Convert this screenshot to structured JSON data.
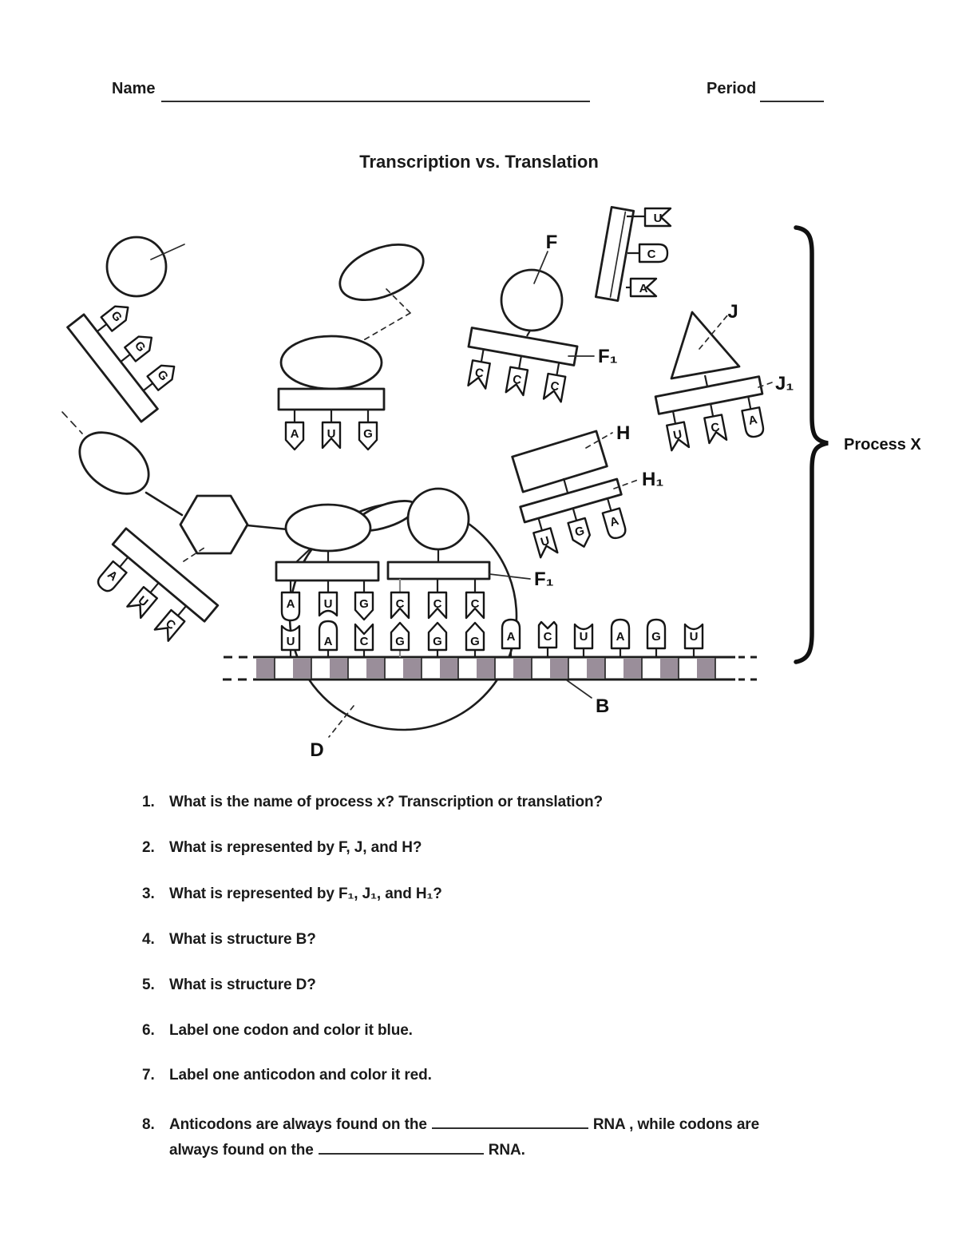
{
  "header": {
    "name_label": "Name",
    "period_label": "Period"
  },
  "title": "Transcription vs. Translation",
  "diagram": {
    "labels": {
      "f": "F",
      "f1": "F₁",
      "j": "J",
      "j1": "J₁",
      "h": "H",
      "h1": "H₁",
      "f1_rib": "F₁",
      "b": "B",
      "d": "D",
      "process_x": "Process X"
    },
    "bases": {
      "tl_trna": [
        "G",
        "G",
        "G"
      ],
      "exit_trna": [
        "A",
        "U",
        "C"
      ],
      "center_trna": [
        "A",
        "U",
        "G"
      ],
      "f_trna": [
        "C",
        "C",
        "C"
      ],
      "tr_trna": [
        "U",
        "C",
        "A"
      ],
      "j_trna": [
        "U",
        "C",
        "A"
      ],
      "h_trna": [
        "U",
        "G",
        "A"
      ],
      "rib_left_anticodon": [
        "A",
        "U",
        "G"
      ],
      "rib_left_codon": [
        "U",
        "A",
        "C"
      ],
      "rib_right_anticodon": [
        "C",
        "C",
        "C"
      ],
      "rib_right_codon": [
        "G",
        "G",
        "G"
      ],
      "mrna_codons": [
        "A",
        "C",
        "U",
        "A",
        "G",
        "U"
      ]
    },
    "colors": {
      "mrna_square": "#9a8e9a",
      "ink": "#1c1c1c"
    }
  },
  "questions": [
    {
      "num": "1.",
      "text": "What is the name of process x? Transcription or translation?"
    },
    {
      "num": "2.",
      "text": "What is represented by F, J, and H?"
    },
    {
      "num": "3.",
      "text": "What is represented by F₁, J₁, and H₁?"
    },
    {
      "num": "4.",
      "text": "What is structure B?"
    },
    {
      "num": "5.",
      "text": "What is structure D?"
    },
    {
      "num": "6.",
      "text": "Label one codon and color it blue."
    },
    {
      "num": "7.",
      "text": "Label one anticodon and color it red."
    }
  ],
  "question8": {
    "num": "8.",
    "part1": "Anticodons are always found on the",
    "part2": "RNA , while codons are",
    "part3": "always found on the",
    "part4": "RNA."
  }
}
